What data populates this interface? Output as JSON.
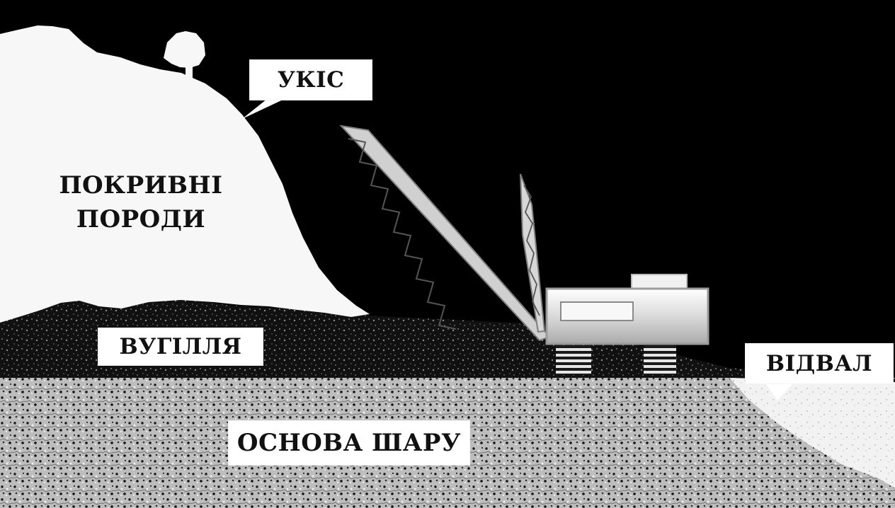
{
  "labels": {
    "overburden_line1": "ПОКРИВНІ",
    "overburden_line2": "ПОРОДИ",
    "slope": "УКІС",
    "coal": "ВУГІЛЛЯ",
    "dump": "ВІДВАЛ",
    "base": "ОСНОВА ШАРУ"
  },
  "colors": {
    "sky": "#000000",
    "overburden": "#f7f7f7",
    "label_bg": "#ffffff",
    "text": "#111111",
    "machine": "#d9d9d9",
    "texture_dark": "#1d1d1d",
    "texture_light": "#dddddd"
  },
  "icons": {
    "tree": "tree-icon",
    "dragline": "dragline-excavator-icon"
  }
}
